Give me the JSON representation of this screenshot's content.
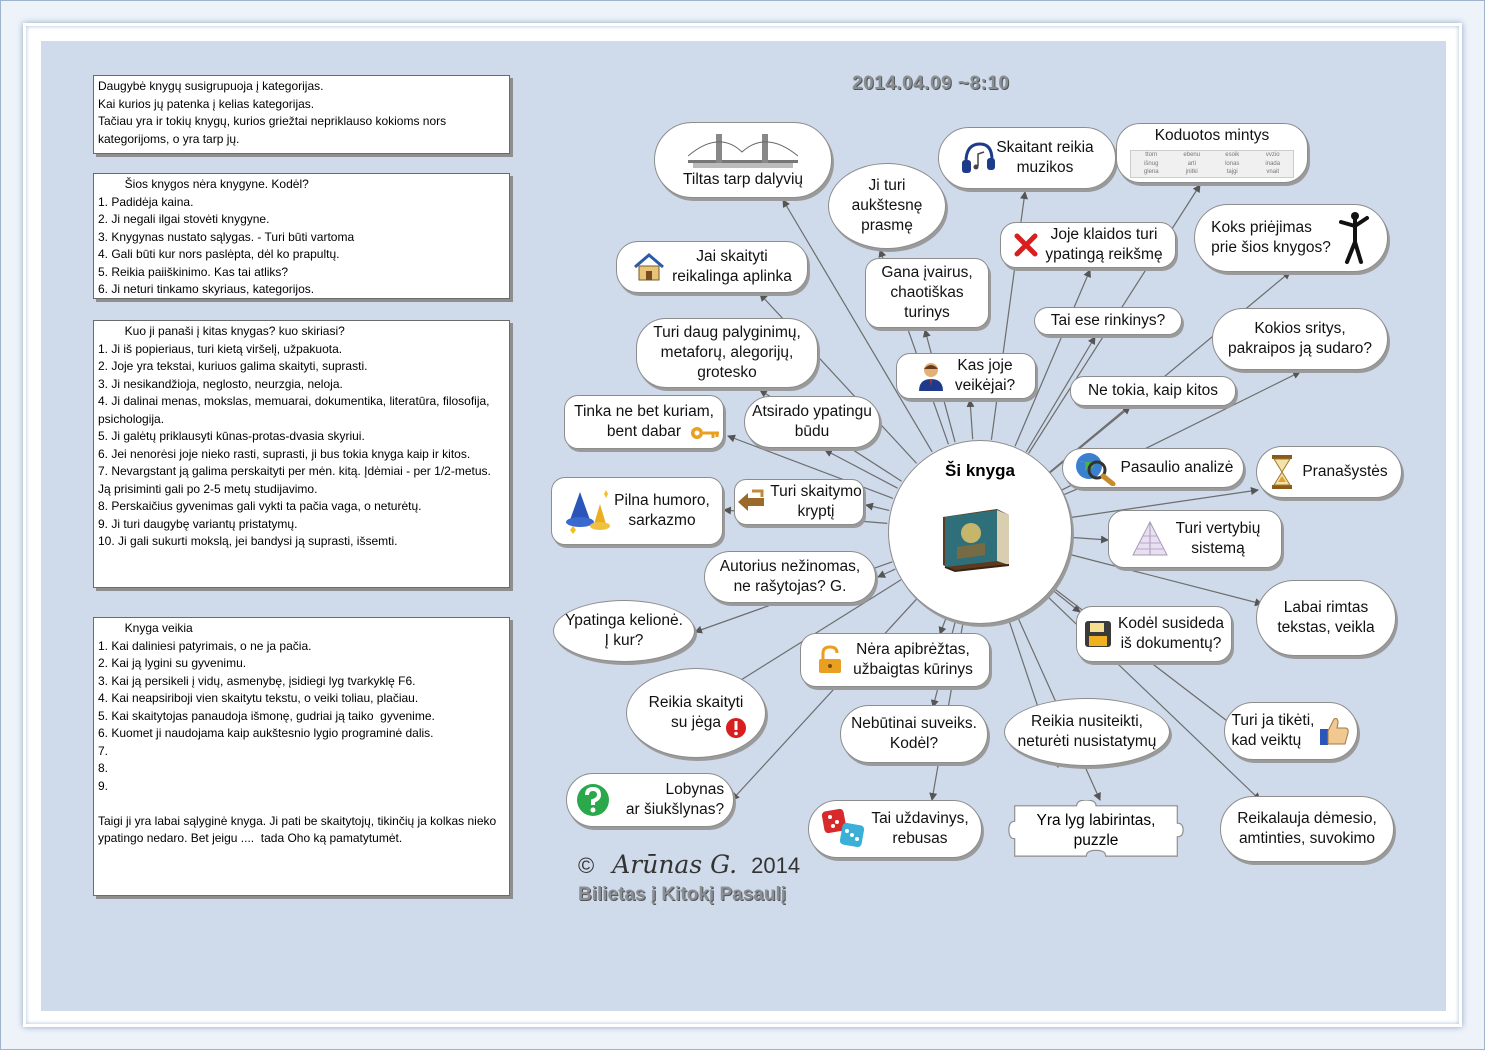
{
  "date": "2014.04.09  ~8:10",
  "center_title": "Ši knyga",
  "notes": [
    "Daugybė knygų susigrupuoja į kategorijas.\nKai kurios jų patenka į kelias kategorijas.\nTačiau yra ir tokių knygų, kurios griežtai nepriklauso kokioms nors kategorijoms, o yra tarp jų.",
    "        Šios knygos nėra knygyne. Kodėl?\n1. Padidėja kaina.\n2. Ji negali ilgai stovėti knygyne.\n3. Knygynas nustato sąlygas. - Turi būti vartoma\n4. Gali būti kur nors paslėpta, dėl ko prapultų.\n5. Reikia paiiškinimo. Kas tai atliks?\n6. Ji neturi tinkamo skyriaus, kategorijos.",
    "        Kuo ji panaši į kitas knygas? kuo skiriasi?\n1. Ji iš popieriaus, turi kietą viršelį, užpakuota.\n2. Joje yra tekstai, kuriuos galima skaityti, suprasti.\n3. Ji nesikandžioja, neglosto, neurzgia, neloja.\n4. Ji dalinai menas, mokslas, memuarai, dokumentika, literatūra, filosofija, psichologija.\n5. Ji galėtų priklausyti kūnas-protas-dvasia skyriui.\n6. Jei nenorėsi joje nieko rasti, suprasti, ji bus tokia knyga kaip ir kitos.\n7. Nevargstant ją galima perskaityti per mėn. kitą. Įdėmiai - per 1/2-metus. Ją prisiminti gali po 2-5 metų studijavimo.\n8. Perskaičius gyvenimas gali vykti ta pačia vaga, o neturėtų.\n9. Ji turi daugybę variantų pristatymų.\n10. Ji gali sukurti mokslą, jei bandysi ją suprasti, išsemti.",
    "        Knyga veikia\n1. Kai daliniesi patyrimais, o ne ja pačia.\n2. Kai ją lygini su gyvenimu.\n3. Kai ją persikeli į vidų, asmenybę, įsidiegi lyg tvarkyklę F6.\n4. Kai neapsiriboji vien skaitytu tekstu, o veiki toliau, plačiau.\n5. Kai skaitytojas panaudoja išmonę, gudriai ją taiko  gyvenime.\n6. Kuomet ji naudojama kaip aukštesnio lygio programinė dalis.\n7.\n8.\n9.\n\nTaigi ji yra labai sąlyginė knyga. Ji pati be skaitytojų, tikinčių ja kolkas nieko ypatingo nedaro. Bet jeigu ....  tada Oho ką pamatytumėt."
  ],
  "nodes": [
    {
      "label": "Tiltas tarp dalyvių",
      "icon": "bridge-icon"
    },
    {
      "label": "Ji turi\naukštesnę\nprasmę",
      "icon": ""
    },
    {
      "label": "Skaitant reikia\nmuzikos",
      "icon": "headphones-icon"
    },
    {
      "label": "Koduotos mintys",
      "icon": "code-table-icon"
    },
    {
      "label": "Jai skaityti\nreikalinga aplinka",
      "icon": "house-icon"
    },
    {
      "label": "Gana įvairus,\nchaotiškas\nturinys",
      "icon": ""
    },
    {
      "label": "Joje klaidos turi\nypatingą reikšmę",
      "icon": "red-x-icon"
    },
    {
      "label": "Koks priėjimas\nprie šios knygos?",
      "icon": "dancer-icon"
    },
    {
      "label": "Tai ese rinkinys?",
      "icon": ""
    },
    {
      "label": "Turi daug palyginimų,\nmetaforų, alegorijų,\ngrotesko",
      "icon": ""
    },
    {
      "label": "Kas joje\nveikėjai?",
      "icon": "person-icon"
    },
    {
      "label": "Kokios sritys,\npakraipos ją sudaro?",
      "icon": ""
    },
    {
      "label": "Ne tokia, kaip kitos",
      "icon": ""
    },
    {
      "label": "Tinka ne bet kuriam,\nbent dabar",
      "icon": "key-icon"
    },
    {
      "label": "Atsirado ypatingu\nbūdu",
      "icon": ""
    },
    {
      "label": "Pasaulio analizė",
      "icon": "globe-search-icon"
    },
    {
      "label": "Pranašystės",
      "icon": "hourglass-icon"
    },
    {
      "label": "Pilna humoro,\nsarkazmo",
      "icon": "wizard-icon"
    },
    {
      "label": "Turi skaitymo\nkryptį",
      "icon": "arrows-icon"
    },
    {
      "label": "Turi vertybių\nsistemą",
      "icon": "pyramid-icon"
    },
    {
      "label": "Autorius nežinomas,\nne rašytojas? G.",
      "icon": ""
    },
    {
      "label": "Labai rimtas\ntekstas, veikla",
      "icon": ""
    },
    {
      "label": "Ypatinga kelionė.\nĮ kur?",
      "icon": ""
    },
    {
      "label": "Nėra apibrėžtas,\nužbaigtas kūrinys",
      "icon": "lock-icon"
    },
    {
      "label": "Kodėl susideda\niš dokumentų?",
      "icon": "floppy-icon"
    },
    {
      "label": "Reikia skaityti\nsu jėga",
      "icon": "exclamation-icon"
    },
    {
      "label": "Nebūtinai suveiks.\nKodėl?",
      "icon": ""
    },
    {
      "label": "Reikia nusiteikti,\nneturėti nusistatymų",
      "icon": ""
    },
    {
      "label": "Turi ja tikėti,\nkad veiktų",
      "icon": "thumbs-up-icon"
    },
    {
      "label": "Lobynas\nar šiukšlynas?",
      "icon": "question-icon"
    },
    {
      "label": "Tai uždavinys,\nrebusas",
      "icon": "dice-icon"
    },
    {
      "label": "Yra lyg labirintas,\npuzzle",
      "icon": "puzzle-icon"
    },
    {
      "label": "Reikalauja dėmesio,\namtinties, suvokimo",
      "icon": ""
    }
  ],
  "copyright": {
    "symbol": "©",
    "author": "Arūnas G.",
    "year": "2014"
  },
  "subtitle": "Bilietas į Kitokį Pasaulį",
  "code_words": [
    "ttorn",
    "ebenu",
    "esoik",
    "vvzio",
    "išnug",
    "arti",
    "lonas",
    "inada",
    "glena",
    "jnitki",
    "tajgi",
    "vnait"
  ]
}
